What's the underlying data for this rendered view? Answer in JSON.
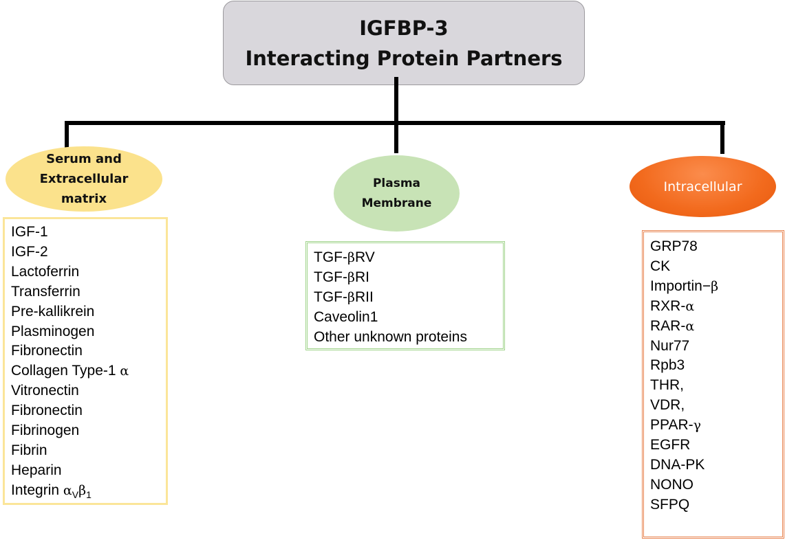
{
  "title": {
    "line1": "IGFBP-3",
    "line2": "Interacting Protein Partners"
  },
  "categories": [
    {
      "label_lines": [
        "Serum and",
        "Extracellular",
        "matrix"
      ],
      "color": "#fbe28c",
      "items": [
        "IGF-1",
        "IGF-2",
        "Lactoferrin",
        "Transferrin",
        "Pre-kallikrein",
        "Plasminogen",
        "Fibronectin",
        "Collagen Type-1 α",
        "Vitronectin",
        "Fibronectin",
        "Fibrinogen",
        "Fibrin",
        "Heparin",
        "Integrin αVβ1"
      ]
    },
    {
      "label_lines": [
        "Plasma",
        "Membrane"
      ],
      "color": "#c8e3b6",
      "items": [
        "TGF-βRV",
        "TGF-βRI",
        "TGF-βRII",
        "Caveolin1",
        "Other unknown proteins"
      ]
    },
    {
      "label_lines": [
        "Intracellular"
      ],
      "color": "#f26a1d",
      "items": [
        "GRP78",
        "CK",
        "Importin−β",
        "RXR-α",
        "RAR-α",
        "Nur77",
        "Rpb3",
        "THR,",
        "VDR,",
        "PPAR-γ",
        "EGFR",
        "DNA-PK",
        "NONO",
        "SFPQ"
      ]
    }
  ]
}
